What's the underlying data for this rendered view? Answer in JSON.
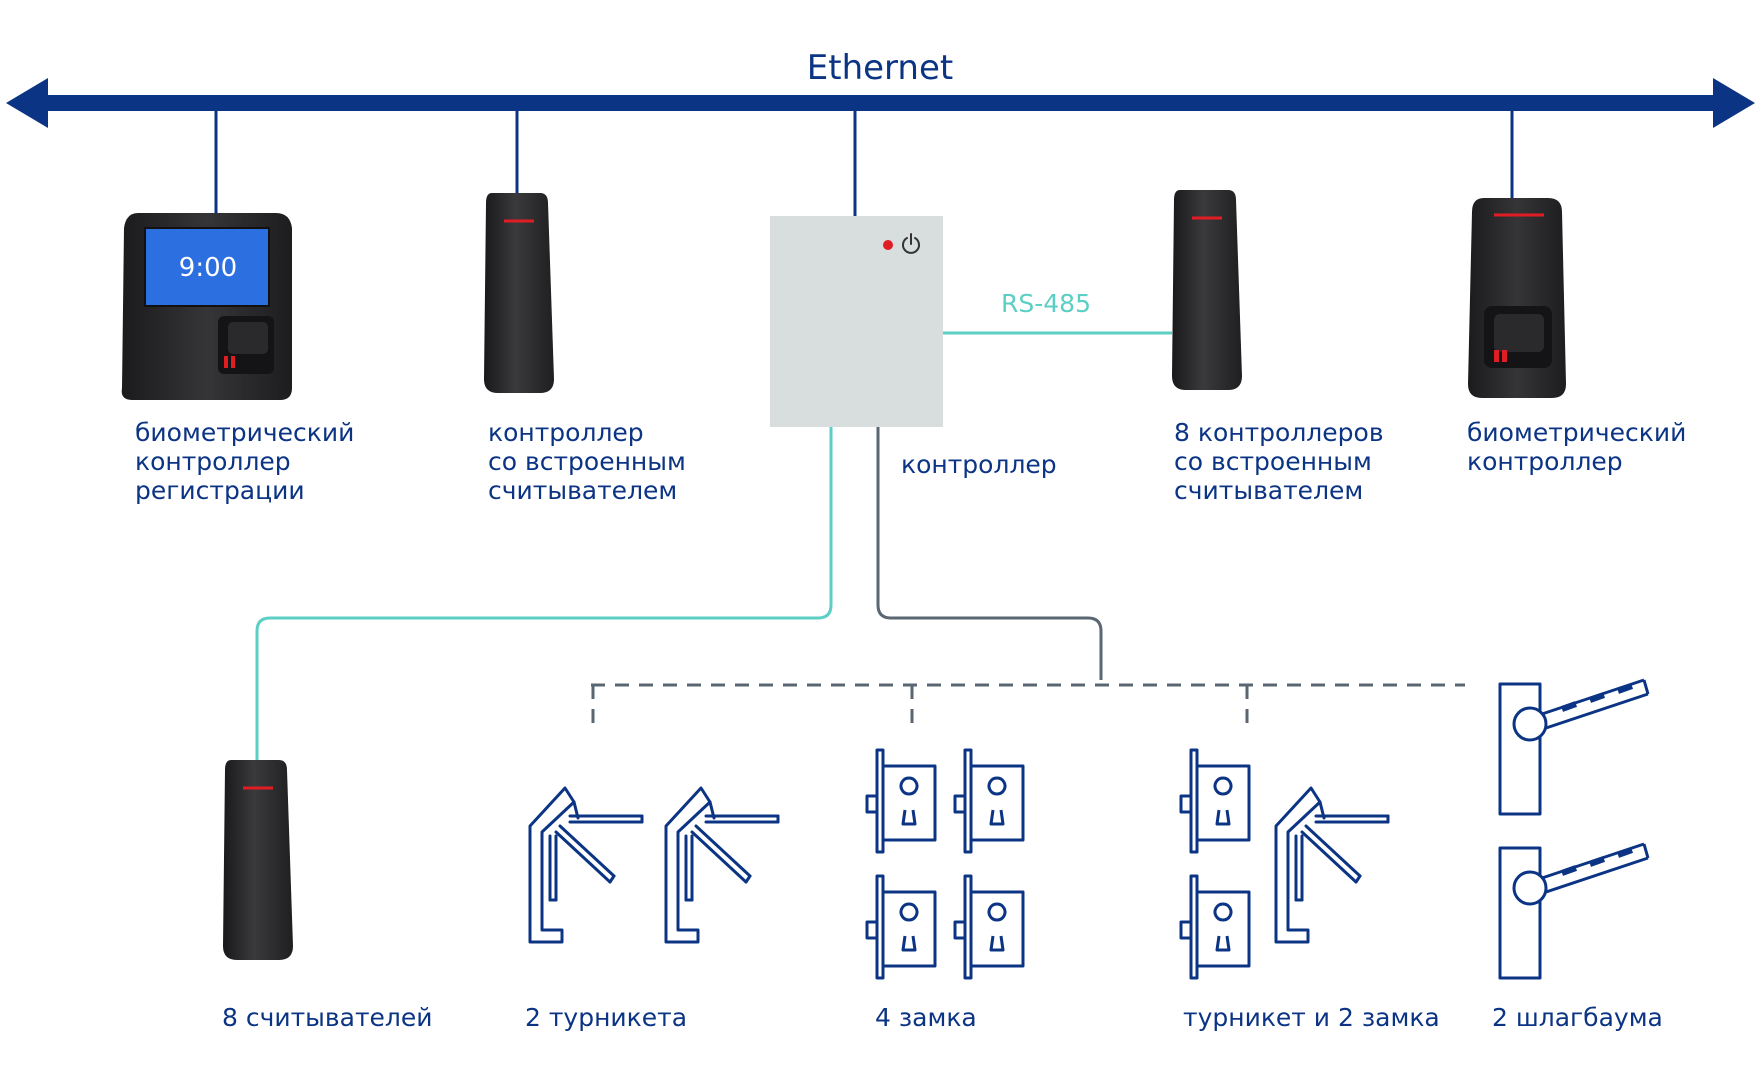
{
  "network": {
    "label": "Ethernet",
    "bus_label": "RS-485"
  },
  "colors": {
    "navy": "#0c3484",
    "teal": "#5ccfc4",
    "gray_line": "#5a6772",
    "device_body": "#2c2c2f",
    "device_red": "#e11d24",
    "screen_blue": "#2c6fe0",
    "controller_box": "#d8dedd"
  },
  "top_devices": {
    "bio_reg": {
      "label_lines": [
        "биометрический",
        "контроллер",
        "регистрации"
      ],
      "screen_time": "9:00",
      "icon": "biometric-terminal-icon"
    },
    "reader_ctrl": {
      "label_lines": [
        "контроллер",
        "со встроенным",
        "считывателем"
      ],
      "icon": "card-reader-icon"
    },
    "main_ctrl": {
      "label": "контроллер",
      "icon": "controller-box-icon"
    },
    "eight_ctrl": {
      "label_lines": [
        "8 контроллеров",
        "со встроенным",
        "считывателем"
      ],
      "icon": "card-reader-icon"
    },
    "bio": {
      "label_lines": [
        "биометрический",
        "контроллер"
      ],
      "icon": "biometric-reader-icon"
    }
  },
  "bottom_devices": {
    "readers": {
      "label": "8 считывателей",
      "icon": "card-reader-icon"
    },
    "turnstiles": {
      "label": "2 турникета",
      "icon": "turnstile-icon"
    },
    "locks": {
      "label": "4 замка",
      "icon": "door-lock-icon"
    },
    "mixed": {
      "label": "турникет и 2 замка",
      "icon": "turnstile-lock-icon"
    },
    "barriers": {
      "label": "2 шлагбаума",
      "icon": "barrier-gate-icon"
    }
  }
}
